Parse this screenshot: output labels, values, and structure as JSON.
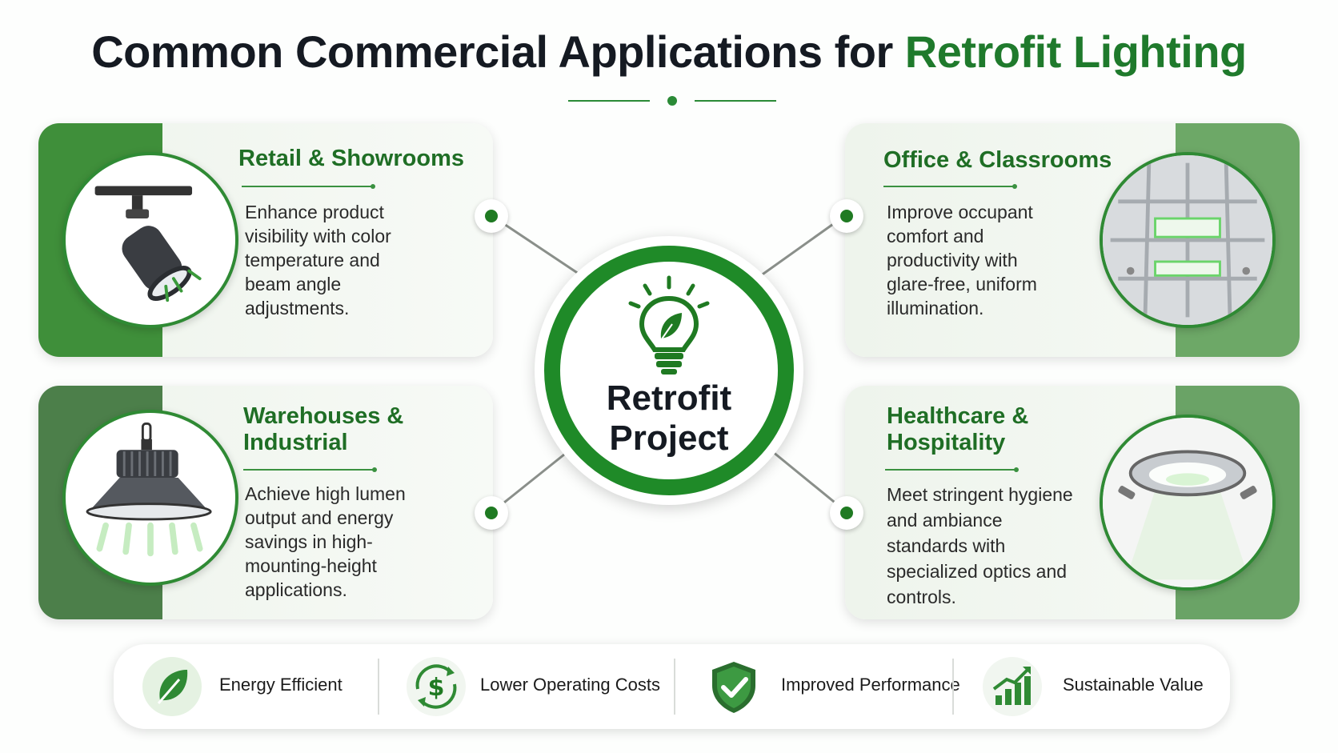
{
  "title": {
    "prefix": "Common Commercial Applications for ",
    "accent": "Retrofit Lighting"
  },
  "hub": {
    "line1": "Retrofit",
    "line2": "Project"
  },
  "cards": [
    {
      "title": "Retail & Showrooms",
      "description": "Enhance product visibility with color temperature and beam angle adjustments.",
      "icon": "track-spotlight-icon"
    },
    {
      "title": "Office & Classrooms",
      "description": "Improve occupant comfort and productivity with glare-free, uniform illumination.",
      "icon": "ceiling-panel-icon"
    },
    {
      "title": "Warehouses & Industrial",
      "description": "Achieve high lumen output and energy savings in high-mounting-height applications.",
      "icon": "high-bay-light-icon"
    },
    {
      "title": "Healthcare & Hospitality",
      "description": "Meet stringent hygiene and ambiance standards with specialized optics and controls.",
      "icon": "recessed-downlight-icon"
    }
  ],
  "benefits": [
    {
      "label": "Energy Efficient",
      "icon": "leaf-icon"
    },
    {
      "label": "Lower Operating Costs",
      "icon": "dollar-cycle-icon"
    },
    {
      "label": "Improved Performance",
      "icon": "shield-check-icon"
    },
    {
      "label": "Sustainable Value",
      "icon": "growth-chart-icon"
    }
  ],
  "colors": {
    "brand_green": "#1f7a2c",
    "ring_green": "#1f8a28",
    "dark_band": "#4c7f4a",
    "light_band": "#6aa366",
    "title_dark": "#151a22"
  }
}
